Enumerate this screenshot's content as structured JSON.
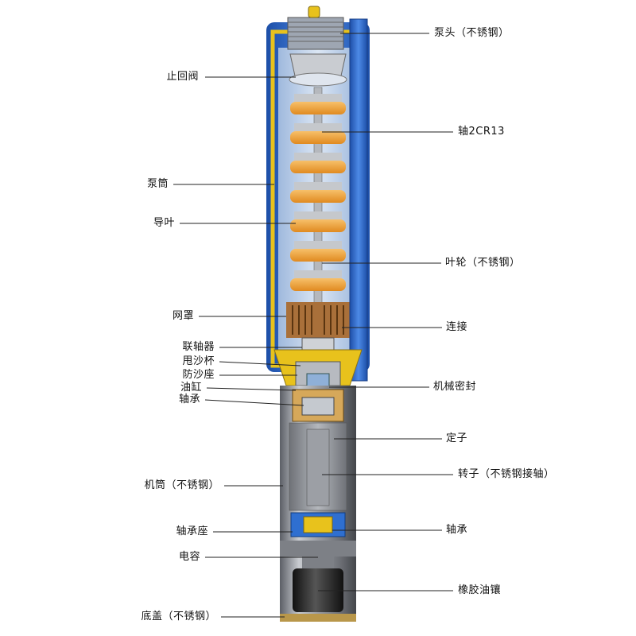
{
  "labels_right": [
    {
      "id": "pump-head",
      "text": "泵头（不锈钢）"
    },
    {
      "id": "shaft",
      "text": "轴2CR13"
    },
    {
      "id": "impeller",
      "text": "叶轮（不锈钢）"
    },
    {
      "id": "connection",
      "text": "连接"
    },
    {
      "id": "mechanical-seal",
      "text": "机械密封"
    },
    {
      "id": "stator",
      "text": "定子"
    },
    {
      "id": "rotor",
      "text": "转子（不锈钢接轴）"
    },
    {
      "id": "bearing-lower",
      "text": "轴承"
    },
    {
      "id": "rubber-oil-bladder",
      "text": "橡胶油镶"
    }
  ],
  "labels_left": [
    {
      "id": "check-valve",
      "text": "止回阀"
    },
    {
      "id": "pump-barrel",
      "text": "泵筒"
    },
    {
      "id": "guide-vane",
      "text": "导叶"
    },
    {
      "id": "mesh-cover",
      "text": "网罩"
    },
    {
      "id": "coupling",
      "text": "联轴器"
    },
    {
      "id": "sand-slinger",
      "text": "甩沙杯"
    },
    {
      "id": "sand-guard-seat",
      "text": "防沙座"
    },
    {
      "id": "oil-cylinder",
      "text": "油缸"
    },
    {
      "id": "bearing-upper",
      "text": "轴承"
    },
    {
      "id": "motor-barrel",
      "text": "机筒（不锈钢）"
    },
    {
      "id": "bearing-seat",
      "text": "轴承座"
    },
    {
      "id": "capacitor",
      "text": "电容"
    },
    {
      "id": "bottom-cover",
      "text": "底盖（不锈钢）"
    }
  ],
  "colors": {
    "blue": "#2f6fd0",
    "yellow": "#e8c21c",
    "orange": "#f0a23a",
    "steel": "#8d9096",
    "dark": "#2a2a2a"
  }
}
